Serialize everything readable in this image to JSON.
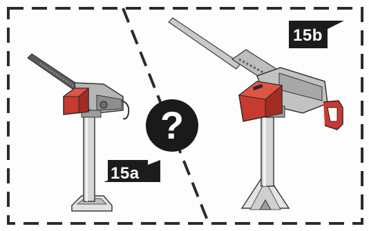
{
  "labels": {
    "option_a": "15a",
    "option_b": "15b",
    "question": "?"
  },
  "colors": {
    "frame": "#2b2b2b",
    "ammo_box": "#c83a2f",
    "metal_light": "#c9c9c9",
    "metal_mid": "#a9a9a9",
    "metal_dark": "#6f6f6f",
    "label_bg": "#1c1c1c",
    "label_text": "#ffffff"
  },
  "icons": {
    "left_item": "machine-gun-on-post-mount",
    "right_item": "machine-gun-on-tripod-pedestal",
    "center": "question-circle"
  }
}
